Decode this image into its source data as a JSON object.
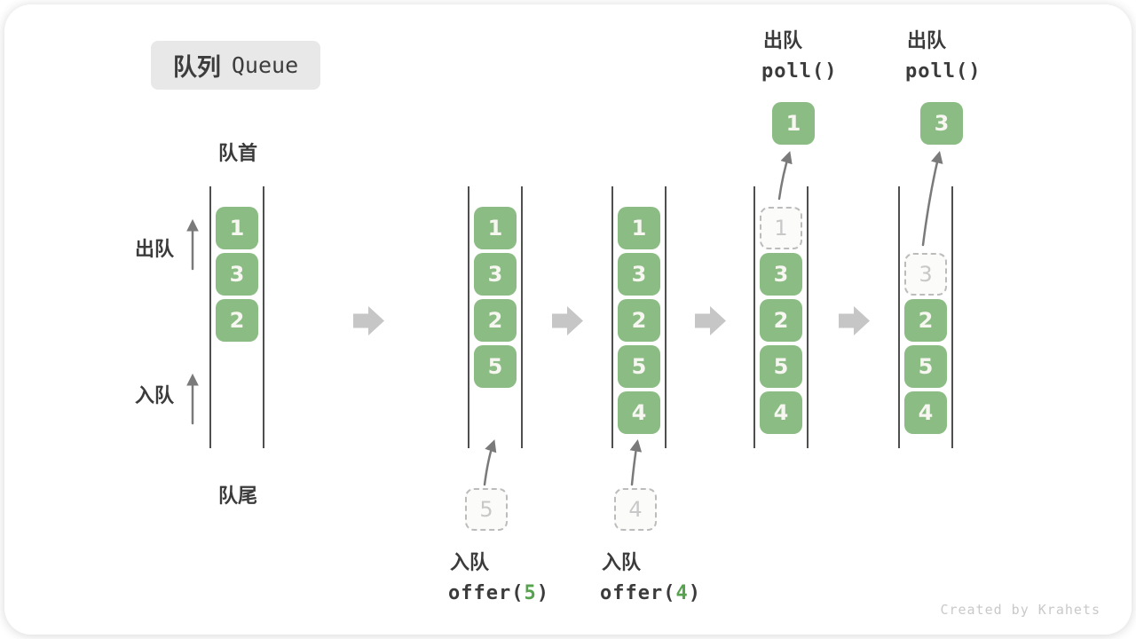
{
  "title": {
    "zh": "队列",
    "en": "Queue"
  },
  "labels": {
    "front": "队首",
    "rear": "队尾",
    "dequeue": "出队",
    "enqueue": "入队"
  },
  "watermark": "Created by Krahets",
  "colors": {
    "box_green": "#8abc83",
    "box_text": "#f7f6f1",
    "dashed_border": "#bcbcbc",
    "dashed_text": "#c8c8c8",
    "block_arrow_gray": "#c6c6c6",
    "thin_arrow_gray": "#7a7a7a",
    "wall_gray": "#4f4f4f",
    "label_dark": "#3b3b3b",
    "code_arg_green": "#57a24e",
    "title_bg": "#e8e8e8",
    "watermark_gray": "#c9c9c9"
  },
  "diagram": {
    "states": [
      {
        "name": "initial",
        "slots": [
          {
            "v": "1",
            "row": 0,
            "style": "solid"
          },
          {
            "v": "3",
            "row": 1,
            "style": "solid"
          },
          {
            "v": "2",
            "row": 2,
            "style": "solid"
          }
        ]
      },
      {
        "name": "after-offer-5",
        "slots": [
          {
            "v": "1",
            "row": 0,
            "style": "solid"
          },
          {
            "v": "3",
            "row": 1,
            "style": "solid"
          },
          {
            "v": "2",
            "row": 2,
            "style": "solid"
          },
          {
            "v": "5",
            "row": 3,
            "style": "solid"
          }
        ],
        "op": {
          "kind": "enqueue",
          "label": "入队",
          "code_pre": "offer(",
          "code_arg": "5",
          "code_post": ")",
          "staged_value": "5"
        }
      },
      {
        "name": "after-offer-4",
        "slots": [
          {
            "v": "1",
            "row": 0,
            "style": "solid"
          },
          {
            "v": "3",
            "row": 1,
            "style": "solid"
          },
          {
            "v": "2",
            "row": 2,
            "style": "solid"
          },
          {
            "v": "5",
            "row": 3,
            "style": "solid"
          },
          {
            "v": "4",
            "row": 4,
            "style": "solid"
          }
        ],
        "op": {
          "kind": "enqueue",
          "label": "入队",
          "code_pre": "offer(",
          "code_arg": "4",
          "code_post": ")",
          "staged_value": "4"
        }
      },
      {
        "name": "after-poll-1",
        "slots": [
          {
            "v": "1",
            "row": 0,
            "style": "dashed"
          },
          {
            "v": "3",
            "row": 1,
            "style": "solid"
          },
          {
            "v": "2",
            "row": 2,
            "style": "solid"
          },
          {
            "v": "5",
            "row": 3,
            "style": "solid"
          },
          {
            "v": "4",
            "row": 4,
            "style": "solid"
          }
        ],
        "op": {
          "kind": "dequeue",
          "label": "出队",
          "code_pre": "poll()",
          "code_arg": "",
          "code_post": "",
          "popped_value": "1"
        }
      },
      {
        "name": "after-poll-3",
        "slots": [
          {
            "v": "3",
            "row": 1,
            "style": "dashed"
          },
          {
            "v": "2",
            "row": 2,
            "style": "solid"
          },
          {
            "v": "5",
            "row": 3,
            "style": "solid"
          },
          {
            "v": "4",
            "row": 4,
            "style": "solid"
          }
        ],
        "op": {
          "kind": "dequeue",
          "label": "出队",
          "code_pre": "poll()",
          "code_arg": "",
          "code_post": "",
          "popped_value": "3"
        }
      }
    ]
  }
}
